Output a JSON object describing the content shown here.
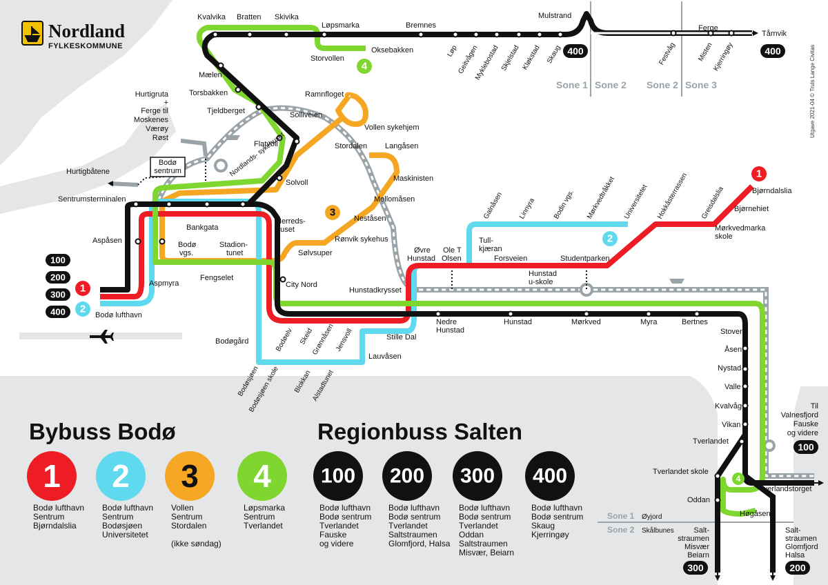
{
  "logo": {
    "title": "Nordland",
    "subtitle": "FYLKESKOMMUNE"
  },
  "credit": "Utgave 2021-04 © Truls Lange Civitas",
  "colors": {
    "line1": "#ee1c24",
    "line2": "#5ed9ee",
    "line3": "#f5a623",
    "line4": "#7fd62e",
    "region": "#111111",
    "ferry": "#9aa3a8",
    "land": "#e4e6e7"
  },
  "stops": {
    "kvalvika": "Kvalvika",
    "bratten": "Bratten",
    "skivika": "Skivika",
    "lopsmarka": "Løpsmarka",
    "storvollen": "Storvollen",
    "oksebakken": "Oksebakken",
    "bremnes": "Bremnes",
    "lop": "Løp",
    "geitvagen": "Geitvågen",
    "myklebostad": "Myklebostad",
    "skjelstad": "Skjelstad",
    "klokstad": "Kløkstad",
    "skaug": "Skaug",
    "mulstrand": "Mulstrand",
    "festvag": "Festvåg",
    "ferge": "Ferge",
    "misten": "Misten",
    "kjerringoy": "Kjerringøy",
    "tarnvik": "Tårnvik",
    "maelen": "Mælen",
    "torsbakken": "Torsbakken",
    "tjeldberget": "Tjeldberget",
    "flatvoll": "Flatvoll",
    "solvoll": "Solvoll",
    "nordlandssykehuset": "Nordlands-\nsykehuset",
    "ramnfloget": "Ramnfloget",
    "solliveien": "Solliveien",
    "vollen_sykehjem": "Vollen sykehjem",
    "stordalen": "Stordalen",
    "langasen": "Langåsen",
    "maskinisten": "Maskinisten",
    "mellomasen": "Mellomåsen",
    "nestasen": "Neståsen",
    "ronvik_sykehus": "Rønvik sykehus",
    "solvsuper": "Sølvsuper",
    "sentrumsterminalen": "Sentrumsterminalen",
    "bodo_sentrum_a": "Bodø",
    "bodo_sentrum_b": "sentrum",
    "bankgata": "Bankgata",
    "herredshuset_a": "Herreds-",
    "herredshuset_b": "huset",
    "aspasen": "Aspåsen",
    "aspmyra": "Aspmyra",
    "bodo_vgs_a": "Bodø",
    "bodo_vgs_b": "vgs.",
    "stadiontunet_a": "Stadion-",
    "stadiontunet_b": "tunet",
    "fengselet": "Fengselet",
    "city_nord": "City Nord",
    "bodo_lufthavn": "Bodø lufthavn",
    "bodogard": "Bodøgård",
    "bodoelv": "Bodøelv",
    "skeid": "Skeid",
    "gronnasen": "Grønnåsen",
    "jensvoll": "Jensvoll",
    "lauvasen": "Lauvåsen",
    "stille_dal": "Stille Dal",
    "bodosjoen": "Bodøsjøen",
    "bodosjoen_skole": "Bodøsjøen skole",
    "blokkan": "Blokkan",
    "alstadtunet": "Alstadtunet",
    "hunstadkrysset": "Hunstadkrysset",
    "ovre_hunstad_a": "Øvre",
    "ovre_hunstad_b": "Hunstad",
    "ole_t_olsen_a": "Ole T",
    "ole_t_olsen_b": "Olsen",
    "tullkjaeran_a": "Tull-",
    "tullkjaeran_b": "kjæran",
    "forsveien": "Forsveien",
    "hunstad_uskole_a": "Hunstad",
    "hunstad_uskole_b": "u-skole",
    "studentparken": "Studentparken",
    "galnasen": "Galnåsen",
    "linnyra": "Linnyra",
    "bodin_vgs": "Bodin vgs.",
    "morkvedtrakket": "Mørkvedtråkket",
    "universitetet": "Universitetet",
    "hokkasterrassen": "Hokkåsterrassen",
    "greisdalslia": "Greisdalslia",
    "bjorndalslia": "Bjørndalslia",
    "bjornehiet": "Bjørnehiet",
    "morkvedmarka_a": "Mørkvedmarka",
    "morkvedmarka_b": "skole",
    "nedre_hunstad_a": "Nedre",
    "nedre_hunstad_b": "Hunstad",
    "hunstad": "Hunstad",
    "morkved": "Mørkved",
    "myra": "Myra",
    "bertnes": "Bertnes",
    "stover": "Stover",
    "asen": "Åsen",
    "nystad": "Nystad",
    "valle": "Valle",
    "kvalvag": "Kvalvåg",
    "vikan": "Vikan",
    "tverlandet": "Tverlandet",
    "tverlandet_skole": "Tverlandet skole",
    "oddan": "Oddan",
    "tverlandstorget": "Tverlandstorget",
    "hogasen": "Høgåsen"
  },
  "ferry": {
    "hurtigruta": [
      "Hurtigruta",
      "+",
      "Ferge til",
      "Moskenes",
      "Værøy",
      "Røst"
    ],
    "hurtigbatene": "Hurtigbåtene",
    "valnesfjord": [
      "Til",
      "Valnesfjord",
      "Fauske",
      "og videre"
    ]
  },
  "south_destinations": {
    "left": [
      "Salt-",
      "straumen",
      "Misvær",
      "Beiarn"
    ],
    "right": [
      "Salt-",
      "straumen",
      "Glomfjord",
      "Halsa"
    ]
  },
  "zones": {
    "z1_top": "Sone 1",
    "z2_top": "Sone 2",
    "z2b_top": "Sone 2",
    "z3_top": "Sone 3",
    "z1_bottom": "Sone 1",
    "z1_bottom_place": "Øyjord",
    "z2_bottom": "Sone 2",
    "z2_bottom_place": "Skålbunes"
  },
  "badges": {
    "r100": "100",
    "r200": "200",
    "r300": "300",
    "r400": "400",
    "l1": "1",
    "l2": "2",
    "l3": "3",
    "l4": "4"
  },
  "legend": {
    "bybuss_title": "Bybuss Bodø",
    "region_title": "Regionbuss Salten",
    "bybuss": [
      {
        "num": "1",
        "color": "#ee1c24",
        "text": [
          "Bodø lufthavn",
          "Sentrum",
          "Bjørndalslia"
        ]
      },
      {
        "num": "2",
        "color": "#5ed9ee",
        "text": [
          "Bodø lufthavn",
          "Sentrum",
          "Bodøsjøen",
          "Universitetet"
        ]
      },
      {
        "num": "3",
        "color": "#f5a623",
        "text": [
          "Vollen",
          "Sentrum",
          "Stordalen",
          "",
          "(ikke søndag)"
        ]
      },
      {
        "num": "4",
        "color": "#7fd62e",
        "text": [
          "Løpsmarka",
          "Sentrum",
          "Tverlandet"
        ]
      }
    ],
    "region": [
      {
        "num": "100",
        "text": [
          "Bodø lufthavn",
          "Bodø sentrum",
          "Tverlandet",
          "Fauske",
          "og videre"
        ]
      },
      {
        "num": "200",
        "text": [
          "Bodø lufthavn",
          "Bodø sentrum",
          "Tverlandet",
          "Saltstraumen",
          "Glomfjord, Halsa"
        ]
      },
      {
        "num": "300",
        "text": [
          "Bodø lufthavn",
          "Bodø sentrum",
          "Tverlandet",
          "Oddan",
          "Saltstraumen",
          "Misvær, Beiarn"
        ]
      },
      {
        "num": "400",
        "text": [
          "Bodø lufthavn",
          "Bodø sentrum",
          "Skaug",
          "Kjerringøy"
        ]
      }
    ]
  }
}
